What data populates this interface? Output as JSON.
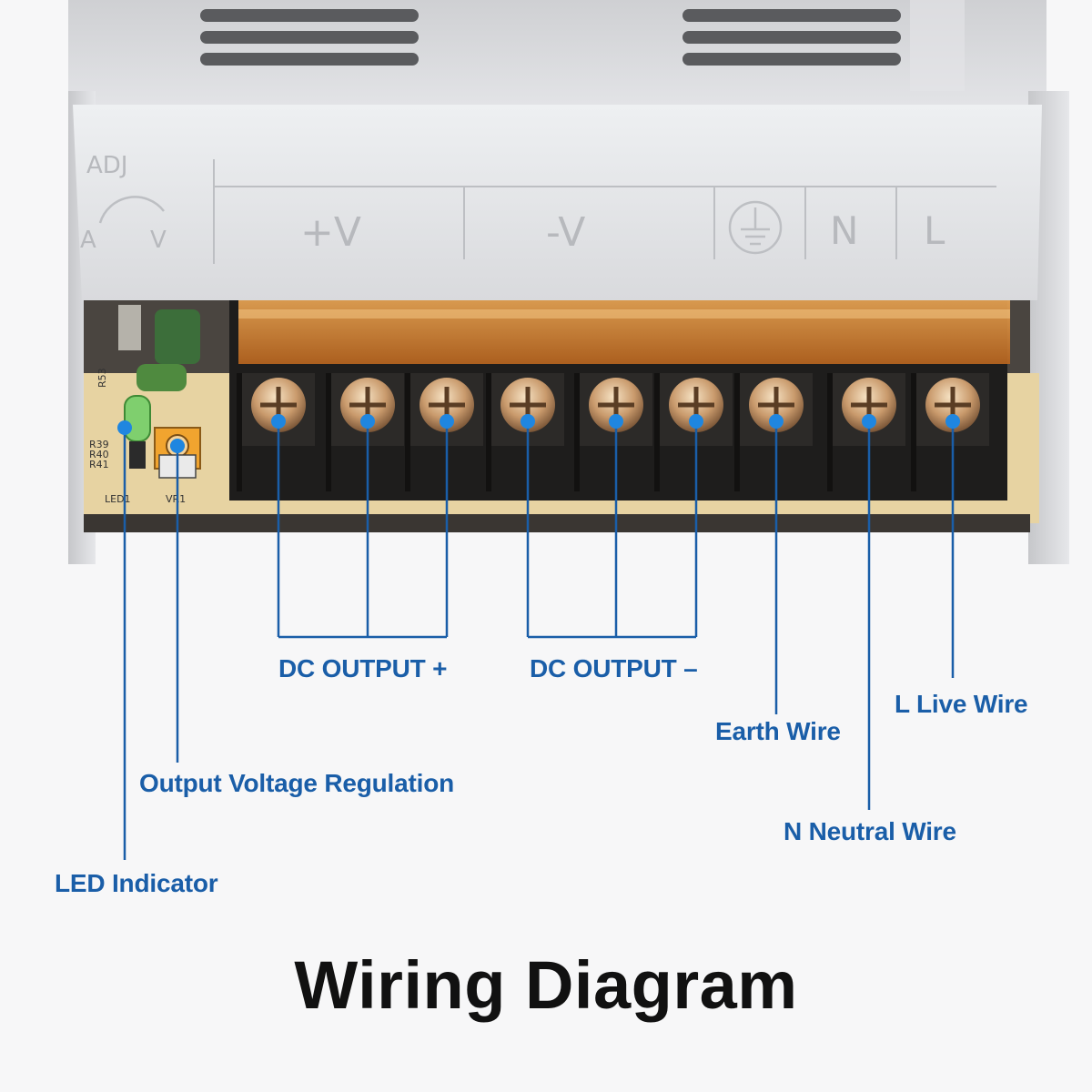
{
  "device": {
    "panel_adj_label": "ADJ",
    "panel_a_label": "A",
    "panel_v_label": "V",
    "panel_plus_v": "+V",
    "panel_minus_v": "-V",
    "panel_n": "N",
    "panel_l": "L",
    "pcb_labels": [
      "R39",
      "R40",
      "R41",
      "LED1",
      "VR1",
      "R53"
    ],
    "terminal_count": 9
  },
  "labels": {
    "dc_output_plus": "DC OUTPUT +",
    "dc_output_minus": "DC OUTPUT –",
    "earth_wire": "Earth Wire",
    "live_wire": "L Live Wire",
    "output_voltage_regulation": "Output Voltage Regulation",
    "neutral_wire": "N Neutral Wire",
    "led_indicator": "LED Indicator"
  },
  "title": "Wiring Diagram",
  "colors": {
    "callout_blue": "#1a5ea8",
    "dot_blue": "#1f86e0",
    "terminal_black": "#1e1d1c",
    "cover_amber": "#d98a3a",
    "chassis_silver": "#d4d5d8",
    "pcb_cream": "#e7d3a2"
  }
}
